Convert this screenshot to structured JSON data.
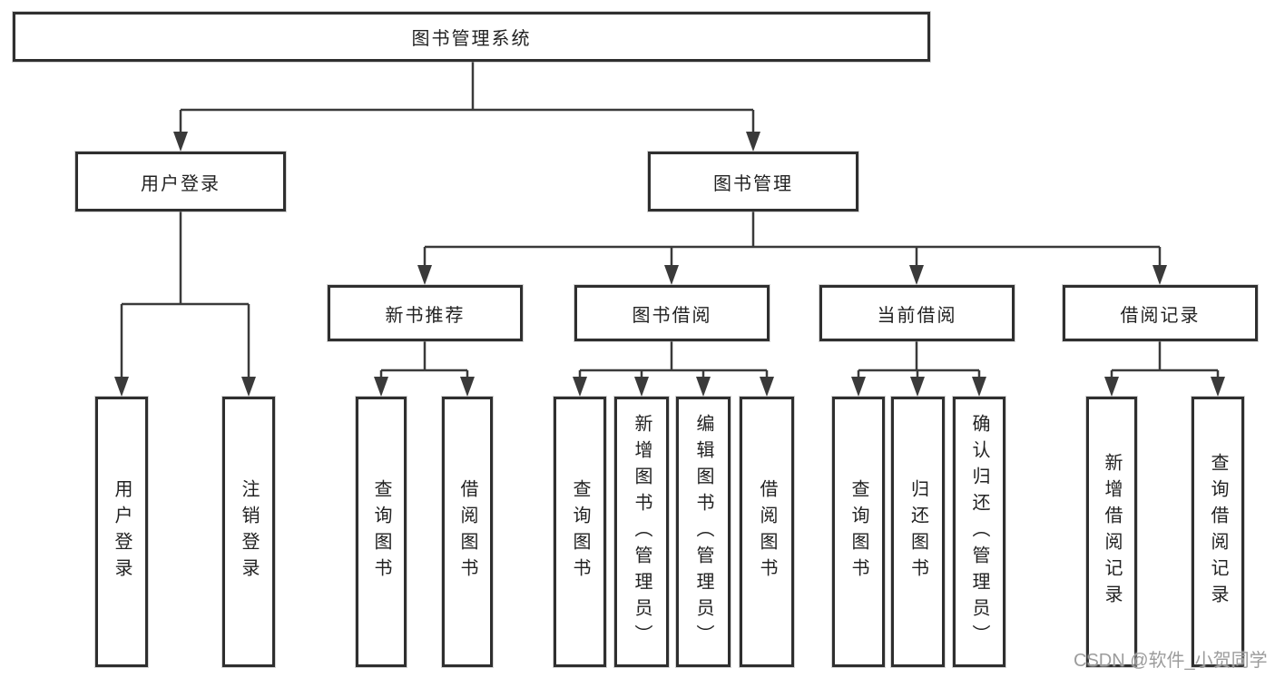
{
  "tree": {
    "root": "图书管理系统",
    "branches": [
      {
        "label": "用户登录",
        "children": [
          "用户登录",
          "注销登录"
        ]
      },
      {
        "label": "图书管理",
        "groups": [
          {
            "label": "新书推荐",
            "children": [
              "查询图书",
              "借阅图书"
            ]
          },
          {
            "label": "图书借阅",
            "children": [
              "查询图书",
              "新增图书（管理员）",
              "编辑图书（管理员）",
              "借阅图书"
            ]
          },
          {
            "label": "当前借阅",
            "children": [
              "查询图书",
              "归还图书",
              "确认归还（管理员）"
            ]
          },
          {
            "label": "借阅记录",
            "children": [
              "新增借阅记录",
              "查询借阅记录"
            ]
          }
        ]
      }
    ]
  },
  "watermark": "CSDN @软件_小贺同学",
  "colors": {
    "line": "#3a3a3a",
    "box_border": "#2f2f2f",
    "text": "#222222",
    "watermark": "#9c9c9c",
    "background": "#ffffff"
  }
}
